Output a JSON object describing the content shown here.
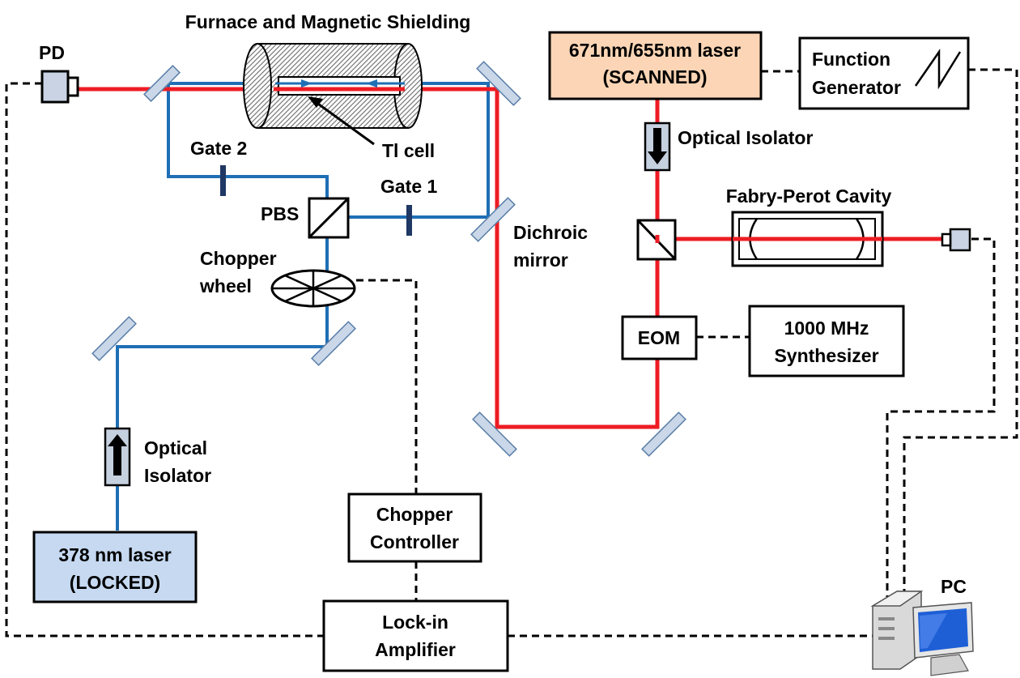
{
  "labels": {
    "furnace": "Furnace and Magnetic Shielding",
    "pd": "PD",
    "tl_cell": "Tl cell",
    "gate2": "Gate 2",
    "gate1": "Gate 1",
    "pbs": "PBS",
    "dichroic_line1": "Dichroic",
    "dichroic_line2": "mirror",
    "chopper_wheel_line1": "Chopper",
    "chopper_wheel_line2": "wheel",
    "optical_isolator_left_line1": "Optical",
    "optical_isolator_left_line2": "Isolator",
    "optical_isolator_right": "Optical Isolator",
    "fabry_perot": "Fabry-Perot Cavity",
    "pc": "PC"
  },
  "boxes": {
    "red_laser_line1": "671nm/655nm laser",
    "red_laser_line2": "(SCANNED)",
    "function_gen_line1": "Function",
    "function_gen_line2": "Generator",
    "eom": "EOM",
    "synth_line1": "1000 MHz",
    "synth_line2": "Synthesizer",
    "chopper_ctrl_line1": "Chopper",
    "chopper_ctrl_line2": "Controller",
    "lockin_line1": "Lock-in",
    "lockin_line2": "Amplifier",
    "blue_laser_line1": "378 nm laser",
    "blue_laser_line2": "(LOCKED)"
  },
  "colors": {
    "blue_beam": "#1f6fb5",
    "red_beam": "#ee1c24",
    "red_laser_fill": "#fbd5b5",
    "blue_laser_fill": "#c6d9f1",
    "mirror_fill": "#c9d7e8"
  }
}
